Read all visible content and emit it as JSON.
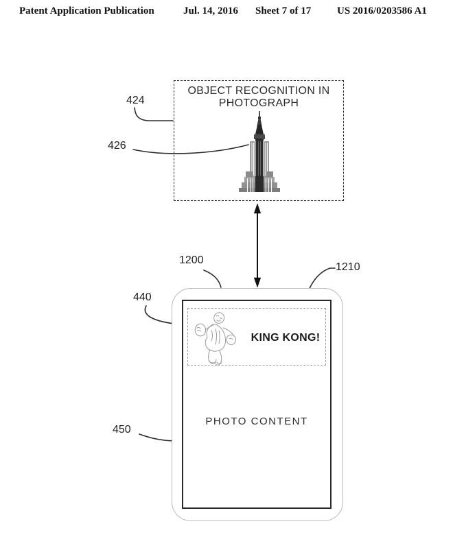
{
  "header": {
    "publication": "Patent Application Publication",
    "date": "Jul. 14, 2016",
    "sheet": "Sheet 7 of 17",
    "patent_number": "US 2016/0203586 A1"
  },
  "figure": {
    "recognition_box": {
      "title": "OBJECT RECOGNITION IN PHOTOGRAPH",
      "building_icon": "empire-state-building-illustration"
    },
    "connector_icon": "double-headed-vertical-arrow",
    "device": {
      "recognition_banner": {
        "text": "KING KONG!",
        "sketch_icon": "king-kong-gorilla-sketch"
      },
      "photo_area_text": "PHOTO CONTENT"
    },
    "ref_labels": {
      "recognition_box": "424",
      "recognized_object": "426",
      "device_frame": "1200",
      "device_screen": "1210",
      "recognition_banner": "440",
      "photo_area": "450"
    }
  },
  "colors": {
    "ink": "#1f1f1f",
    "sketch_gray": "#9b9b9b",
    "device_frame_gray": "#b9b9b9",
    "background": "#ffffff"
  }
}
